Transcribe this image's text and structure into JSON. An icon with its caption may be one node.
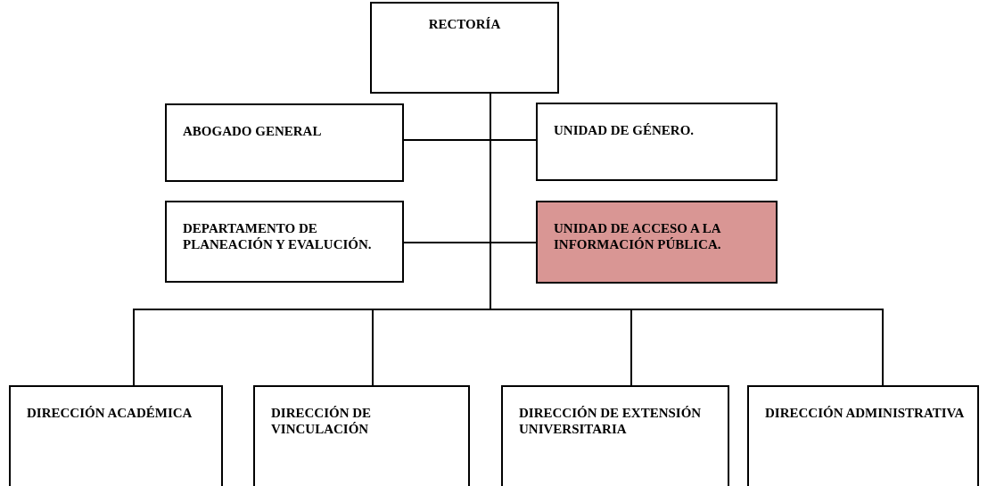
{
  "diagram": {
    "nodes": [
      {
        "text": [
          "RECTORÍA"
        ]
      },
      {
        "text": [
          "ABOGADO GENERAL"
        ]
      },
      {
        "text": [
          "UNIDAD DE GÉNERO."
        ]
      },
      {
        "text": [
          "DEPARTAMENTO DE PLANEACIÓN Y EVALUCIÓN."
        ]
      },
      {
        "text": [
          "UNIDAD DE ACCESO A LA INFORMACIÓN PÚBLICA."
        ]
      },
      {
        "text": [
          "DIRECCIÓN ACADÉMICA"
        ]
      },
      {
        "text": [
          "DIRECCIÓN DE VINCULACIÓN"
        ]
      },
      {
        "text": [
          "DIRECCIÓN DE EXTENSIÓN UNIVERSITARIA"
        ]
      },
      {
        "text": [
          "DIRECCIÓN ADMINISTRATIVA"
        ]
      }
    ],
    "edges": [
      {
        "from": 0,
        "to": 1,
        "arrow": "none"
      },
      {
        "from": 0,
        "to": 2,
        "arrow": "none"
      },
      {
        "from": 0,
        "to": 3,
        "arrow": "none"
      },
      {
        "from": 0,
        "to": 4,
        "arrow": "none"
      },
      {
        "from": 0,
        "to": 5,
        "arrow": "none"
      },
      {
        "from": 0,
        "to": 6,
        "arrow": "none"
      },
      {
        "from": 0,
        "to": 7,
        "arrow": "none"
      },
      {
        "from": 0,
        "to": 8,
        "arrow": "none"
      }
    ]
  }
}
